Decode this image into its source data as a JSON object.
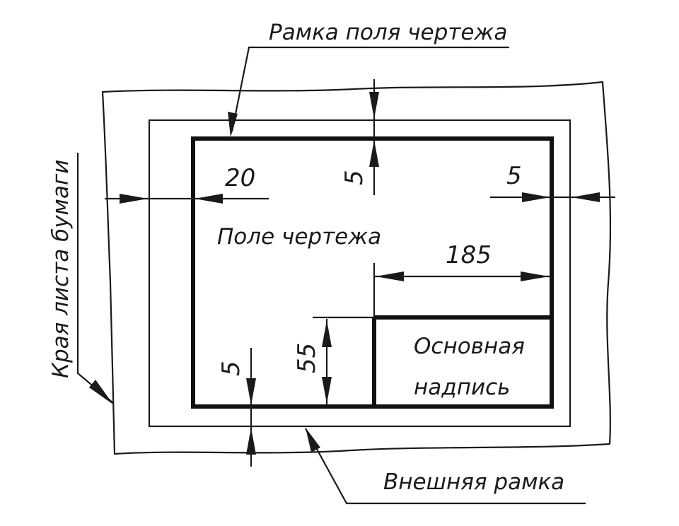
{
  "labels": {
    "frame_field": "Рамка поля чертежа",
    "drawing_field": "Поле чертежа",
    "title_block_line1": "Основная",
    "title_block_line2": "надпись",
    "outer_frame": "Внешняя рамка",
    "paper_edges": "Края листа бумаги"
  },
  "dimensions": {
    "left_margin": "20",
    "top_margin": "5",
    "right_margin": "5",
    "title_block_width": "185",
    "title_block_height": "55",
    "bottom_margin": "5"
  },
  "colors": {
    "ink": "#1a1a1a",
    "background": "#ffffff"
  }
}
